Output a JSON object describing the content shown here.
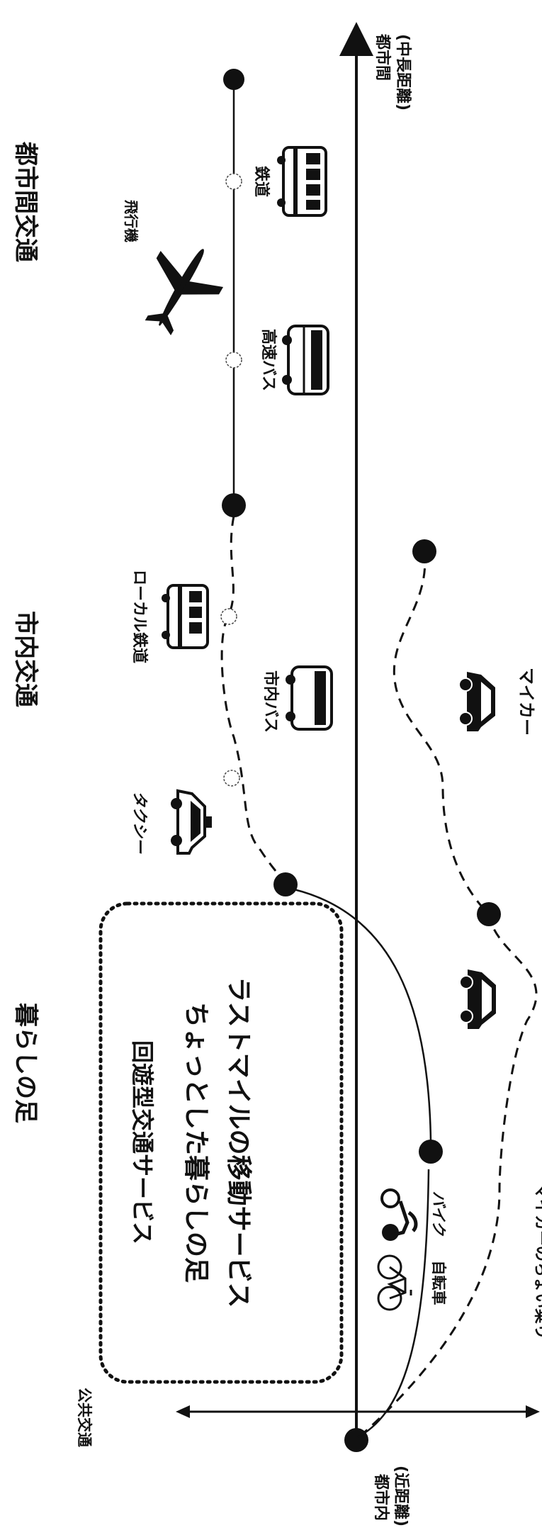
{
  "section_titles": {
    "intercity": "都市間交通",
    "city": "市内交通",
    "daily": "暮らしの足"
  },
  "axis": {
    "vertical_label": "公共交通",
    "end_far": [
      "都市間",
      "(中長距離)"
    ],
    "end_near": [
      "都市内",
      "(近距離)"
    ]
  },
  "modes": {
    "airplane": "飛行機",
    "rail": "鉄道",
    "highway_bus": "高速バス",
    "local_rail": "ローカル鉄道",
    "city_bus": "市内バス",
    "taxi": "タクシー",
    "my_car": "マイカー",
    "bicycle": "自転車",
    "motorbike": "バイク",
    "car_short": "マイカーのちょい乗り"
  },
  "service_box": {
    "title": "回遊型交通サービス",
    "line1": "ちょっとした暮らしの足",
    "line2": "ラストマイルの移動サービス"
  },
  "colors": {
    "ink": "#111111",
    "background": "#ffffff"
  }
}
